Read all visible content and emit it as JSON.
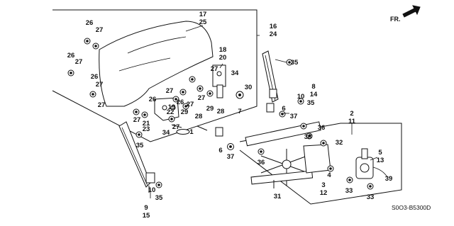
{
  "diagram": {
    "part_code": "S0O3-B5300D",
    "front_indicator": "FR.",
    "callouts": {
      "c17": "17",
      "c25": "25",
      "c16": "16",
      "c24": "24",
      "c18": "18",
      "c20": "20",
      "c34a": "34",
      "c26a": "26",
      "c27a": "27",
      "c26b": "26",
      "c27b": "27",
      "c26c": "26",
      "c27c": "27",
      "c27d": "27",
      "c27e": "27",
      "c30": "30",
      "c7": "7",
      "c27f": "27",
      "c28a": "28",
      "c29a": "29",
      "c26d": "26",
      "c27g": "27",
      "c19": "19",
      "c26e": "26",
      "c27h": "27",
      "c27i": "27",
      "c21": "21",
      "c22": "22",
      "c23": "23",
      "c27j": "27",
      "c34b": "34",
      "c1": "1",
      "c28b": "28",
      "c29b": "29",
      "c6a": "6",
      "c37a": "37",
      "c35a": "35",
      "c8": "8",
      "c14": "14",
      "c10a": "10",
      "c35b": "35",
      "c6b": "6",
      "c37b": "37",
      "c2": "2",
      "c11": "11",
      "c36a": "36",
      "c38": "38",
      "c32": "32",
      "c36b": "36",
      "c4": "4",
      "c3": "3",
      "c12": "12",
      "c31": "31",
      "c5": "5",
      "c13": "13",
      "c39": "39",
      "c33a": "33",
      "c33b": "33",
      "c35c": "35",
      "c10b": "10",
      "c35d": "35",
      "c9": "9",
      "c15": "15"
    }
  }
}
